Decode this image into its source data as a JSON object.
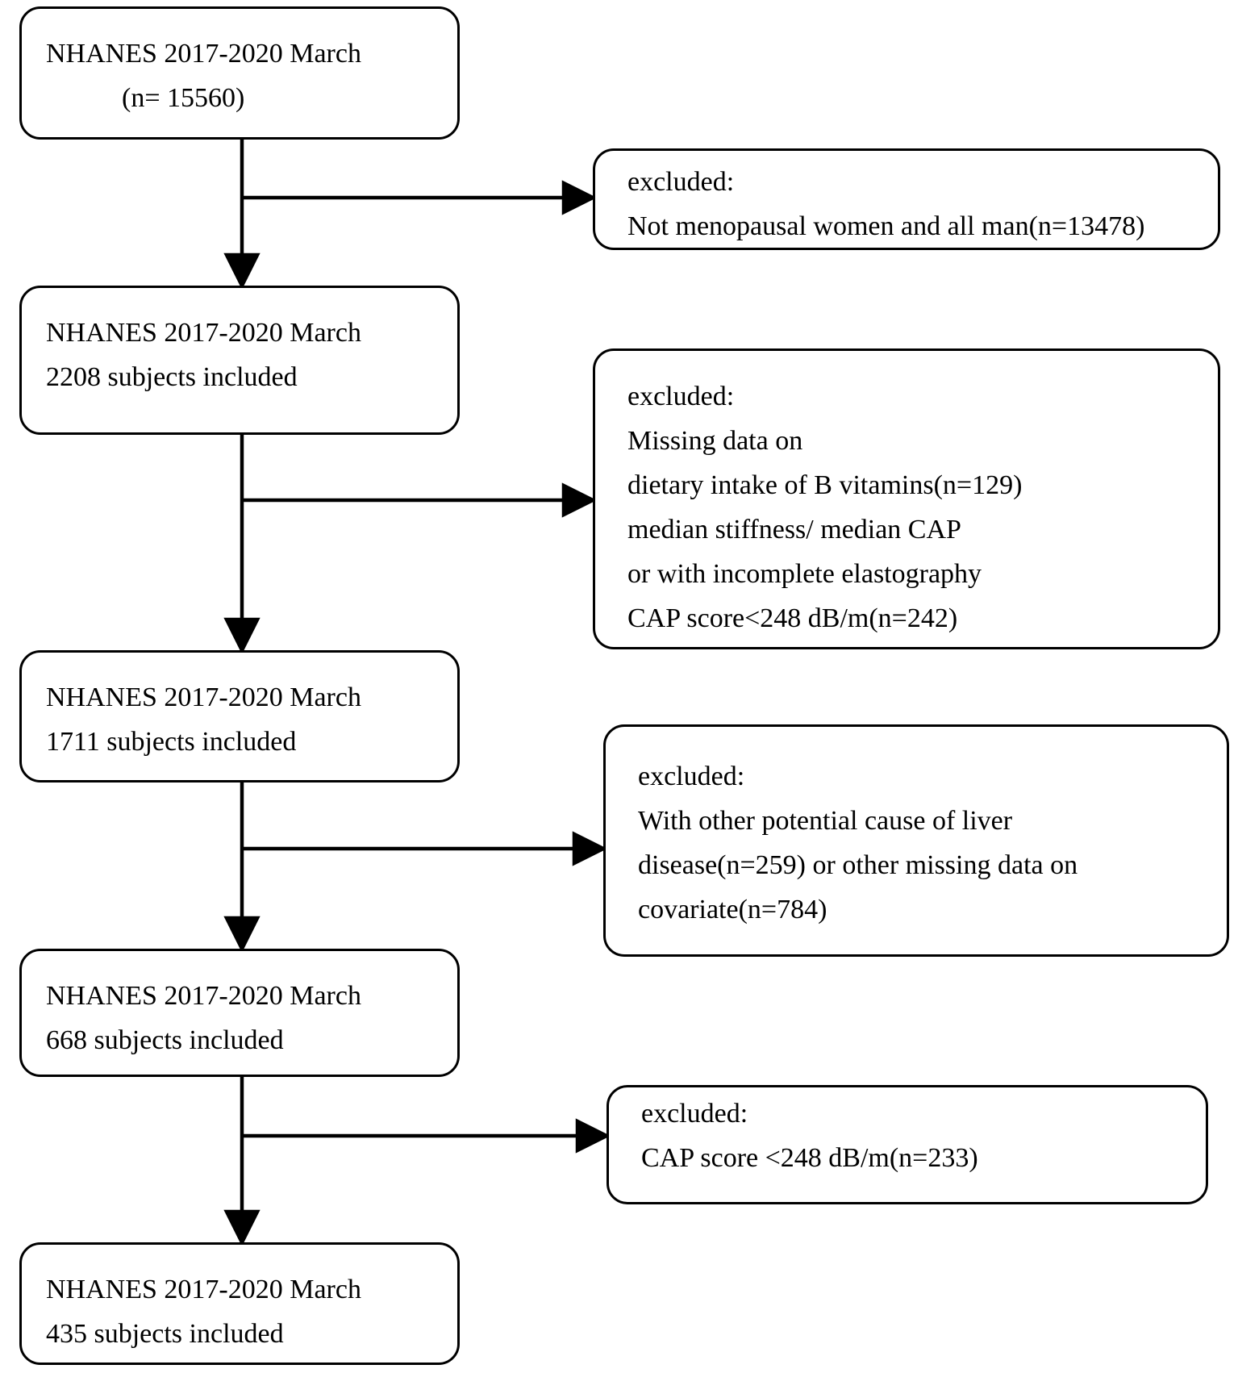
{
  "colors": {
    "background": "#ffffff",
    "line": "#000000",
    "text": "#000000"
  },
  "flowchart": {
    "cohort_boxes": [
      {
        "lines": [
          "NHANES 2017-2020 March",
          "(n= 15560)"
        ]
      },
      {
        "lines": [
          "NHANES 2017-2020 March",
          "2208 subjects included"
        ]
      },
      {
        "lines": [
          "NHANES 2017-2020 March",
          "1711 subjects included"
        ]
      },
      {
        "lines": [
          "NHANES 2017-2020 March",
          "668 subjects included"
        ]
      },
      {
        "lines": [
          "NHANES 2017-2020 March",
          "435 subjects included"
        ]
      }
    ],
    "excluded_boxes": [
      {
        "lines": [
          "excluded:",
          "Not menopausal women and all man(n=13478)"
        ]
      },
      {
        "lines": [
          "excluded:",
          "Missing data on",
          "dietary intake of B vitamins(n=129)",
          "median stiffness/ median CAP",
          "or with incomplete elastography",
          "CAP score<248 dB/m(n=242)"
        ]
      },
      {
        "lines": [
          "excluded:",
          "With other potential cause of liver",
          "disease(n=259) or other missing data on",
          "covariate(n=784)"
        ]
      },
      {
        "lines": [
          "excluded:",
          "CAP score <248 dB/m(n=233)"
        ]
      }
    ]
  }
}
